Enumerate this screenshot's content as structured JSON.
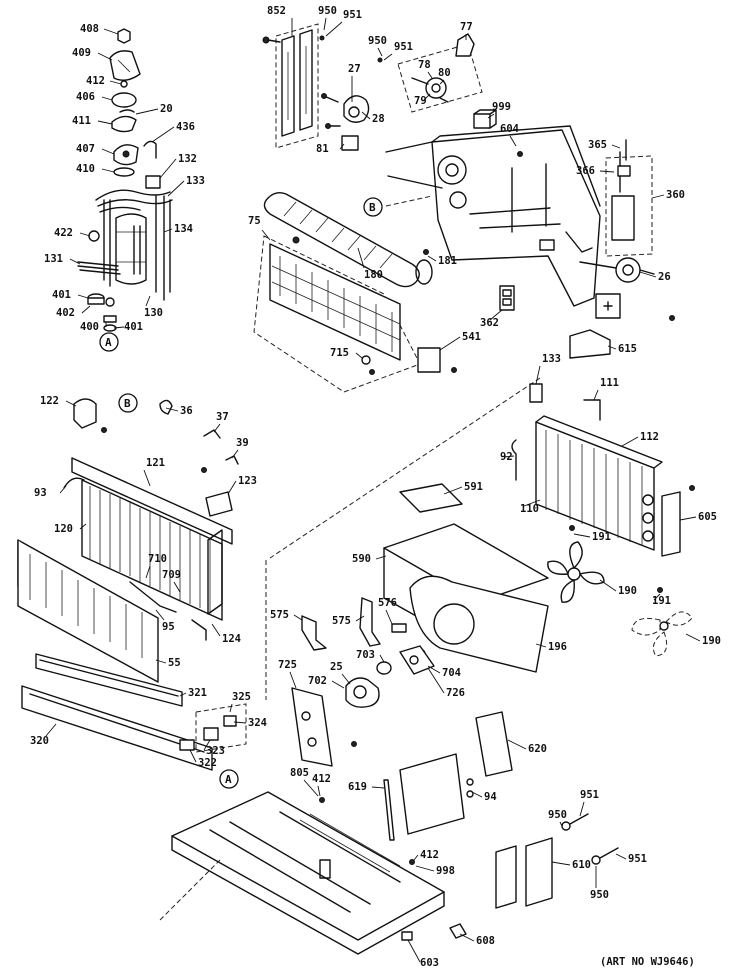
{
  "diagram": {
    "art_number": "(ART NO WJ9646)",
    "callouts": [
      "A",
      "B"
    ],
    "parts": [
      {
        "id": "p408",
        "label": "408"
      },
      {
        "id": "p409",
        "label": "409"
      },
      {
        "id": "p412a",
        "label": "412"
      },
      {
        "id": "p406",
        "label": "406"
      },
      {
        "id": "p20",
        "label": "20"
      },
      {
        "id": "p411",
        "label": "411"
      },
      {
        "id": "p436",
        "label": "436"
      },
      {
        "id": "p407",
        "label": "407"
      },
      {
        "id": "p132",
        "label": "132"
      },
      {
        "id": "p410",
        "label": "410"
      },
      {
        "id": "p133a",
        "label": "133"
      },
      {
        "id": "p422",
        "label": "422"
      },
      {
        "id": "p134",
        "label": "134"
      },
      {
        "id": "p131",
        "label": "131"
      },
      {
        "id": "p401a",
        "label": "401"
      },
      {
        "id": "p402",
        "label": "402"
      },
      {
        "id": "p130",
        "label": "130"
      },
      {
        "id": "p400",
        "label": "400"
      },
      {
        "id": "p401b",
        "label": "401"
      },
      {
        "id": "p852",
        "label": "852"
      },
      {
        "id": "p950a",
        "label": "950"
      },
      {
        "id": "p951a",
        "label": "951"
      },
      {
        "id": "p950b",
        "label": "950"
      },
      {
        "id": "p951b",
        "label": "951"
      },
      {
        "id": "p77",
        "label": "77"
      },
      {
        "id": "p27",
        "label": "27"
      },
      {
        "id": "p78",
        "label": "78"
      },
      {
        "id": "p80",
        "label": "80"
      },
      {
        "id": "p79",
        "label": "79"
      },
      {
        "id": "p28",
        "label": "28"
      },
      {
        "id": "p999",
        "label": "999"
      },
      {
        "id": "p81",
        "label": "81"
      },
      {
        "id": "p604",
        "label": "604"
      },
      {
        "id": "p365",
        "label": "365"
      },
      {
        "id": "p366",
        "label": "366"
      },
      {
        "id": "p360",
        "label": "360"
      },
      {
        "id": "p75",
        "label": "75"
      },
      {
        "id": "p180",
        "label": "180"
      },
      {
        "id": "p181",
        "label": "181"
      },
      {
        "id": "p26",
        "label": "26"
      },
      {
        "id": "p362",
        "label": "362"
      },
      {
        "id": "p541",
        "label": "541"
      },
      {
        "id": "p715",
        "label": "715"
      },
      {
        "id": "p615",
        "label": "615"
      },
      {
        "id": "p122",
        "label": "122"
      },
      {
        "id": "p36",
        "label": "36"
      },
      {
        "id": "p37",
        "label": "37"
      },
      {
        "id": "p39",
        "label": "39"
      },
      {
        "id": "p121",
        "label": "121"
      },
      {
        "id": "p123",
        "label": "123"
      },
      {
        "id": "p93",
        "label": "93"
      },
      {
        "id": "p120",
        "label": "120"
      },
      {
        "id": "p710",
        "label": "710"
      },
      {
        "id": "p709",
        "label": "709"
      },
      {
        "id": "p95",
        "label": "95"
      },
      {
        "id": "p124",
        "label": "124"
      },
      {
        "id": "p55",
        "label": "55"
      },
      {
        "id": "p321",
        "label": "321"
      },
      {
        "id": "p325",
        "label": "325"
      },
      {
        "id": "p324",
        "label": "324"
      },
      {
        "id": "p320",
        "label": "320"
      },
      {
        "id": "p323",
        "label": "323"
      },
      {
        "id": "p322",
        "label": "322"
      },
      {
        "id": "p133b",
        "label": "133"
      },
      {
        "id": "p111",
        "label": "111"
      },
      {
        "id": "p112",
        "label": "112"
      },
      {
        "id": "p92",
        "label": "92"
      },
      {
        "id": "p591",
        "label": "591"
      },
      {
        "id": "p110",
        "label": "110"
      },
      {
        "id": "p605",
        "label": "605"
      },
      {
        "id": "p191a",
        "label": "191"
      },
      {
        "id": "p590",
        "label": "590"
      },
      {
        "id": "p190a",
        "label": "190"
      },
      {
        "id": "p191b",
        "label": "191"
      },
      {
        "id": "p575a",
        "label": "575"
      },
      {
        "id": "p575b",
        "label": "575"
      },
      {
        "id": "p576",
        "label": "576"
      },
      {
        "id": "p190b",
        "label": "190"
      },
      {
        "id": "p196",
        "label": "196"
      },
      {
        "id": "p725",
        "label": "725"
      },
      {
        "id": "p25",
        "label": "25"
      },
      {
        "id": "p703",
        "label": "703"
      },
      {
        "id": "p704",
        "label": "704"
      },
      {
        "id": "p702",
        "label": "702"
      },
      {
        "id": "p726",
        "label": "726"
      },
      {
        "id": "p620",
        "label": "620"
      },
      {
        "id": "p805",
        "label": "805"
      },
      {
        "id": "p412b",
        "label": "412"
      },
      {
        "id": "p619",
        "label": "619"
      },
      {
        "id": "p94",
        "label": "94"
      },
      {
        "id": "p951c",
        "label": "951"
      },
      {
        "id": "p950c",
        "label": "950"
      },
      {
        "id": "p412c",
        "label": "412"
      },
      {
        "id": "p998",
        "label": "998"
      },
      {
        "id": "p610",
        "label": "610"
      },
      {
        "id": "p951d",
        "label": "951"
      },
      {
        "id": "p950d",
        "label": "950"
      },
      {
        "id": "p608",
        "label": "608"
      },
      {
        "id": "p603",
        "label": "603"
      }
    ]
  }
}
